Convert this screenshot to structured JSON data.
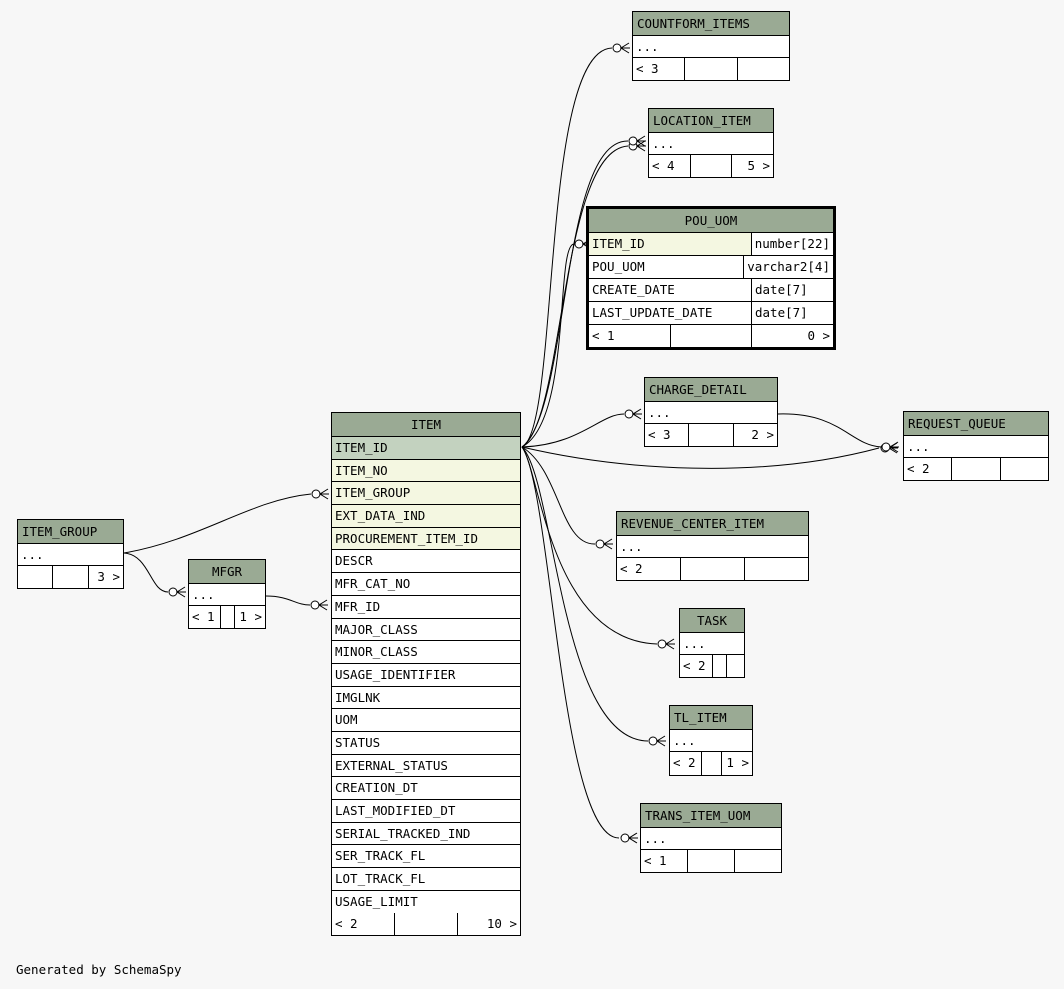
{
  "tables": {
    "countform_items": {
      "name": "COUNTFORM_ITEMS",
      "ellipsis": "...",
      "left": "< 3",
      "right": ""
    },
    "location_item": {
      "name": "LOCATION_ITEM",
      "ellipsis": "...",
      "left": "< 4",
      "right": "5 >"
    },
    "pou_uom": {
      "name": "POU_UOM",
      "columns": [
        {
          "name": "ITEM_ID",
          "type": "number[22]"
        },
        {
          "name": "POU_UOM",
          "type": "varchar2[4]"
        },
        {
          "name": "CREATE_DATE",
          "type": "date[7]"
        },
        {
          "name": "LAST_UPDATE_DATE",
          "type": "date[7]"
        }
      ],
      "left": "< 1",
      "right": "0 >"
    },
    "charge_detail": {
      "name": "CHARGE_DETAIL",
      "ellipsis": "...",
      "left": "< 3",
      "right": "2 >"
    },
    "request_queue": {
      "name": "REQUEST_QUEUE",
      "ellipsis": "...",
      "left": "< 2",
      "right": ""
    },
    "item": {
      "name": "ITEM",
      "columns": [
        "ITEM_ID",
        "ITEM_NO",
        "ITEM_GROUP",
        "EXT_DATA_IND",
        "PROCUREMENT_ITEM_ID",
        "DESCR",
        "MFR_CAT_NO",
        "MFR_ID",
        "MAJOR_CLASS",
        "MINOR_CLASS",
        "USAGE_IDENTIFIER",
        "IMGLNK",
        "UOM",
        "STATUS",
        "EXTERNAL_STATUS",
        "CREATION_DT",
        "LAST_MODIFIED_DT",
        "SERIAL_TRACKED_IND",
        "SER_TRACK_FL",
        "LOT_TRACK_FL",
        "USAGE_LIMIT"
      ],
      "left": "< 2",
      "right": "10 >"
    },
    "item_group": {
      "name": "ITEM_GROUP",
      "ellipsis": "...",
      "left": "",
      "right": "3 >"
    },
    "mfgr": {
      "name": "MFGR",
      "ellipsis": "...",
      "left": "< 1",
      "right": "1 >"
    },
    "revenue_center_item": {
      "name": "REVENUE_CENTER_ITEM",
      "ellipsis": "...",
      "left": "< 2",
      "right": ""
    },
    "task": {
      "name": "TASK",
      "ellipsis": "...",
      "left": "< 2",
      "right": ""
    },
    "tl_item": {
      "name": "TL_ITEM",
      "ellipsis": "...",
      "left": "< 2",
      "right": "1 >"
    },
    "trans_item_uom": {
      "name": "TRANS_ITEM_UOM",
      "ellipsis": "...",
      "left": "< 1",
      "right": ""
    }
  },
  "credit": "Generated by SchemaSpy",
  "colors": {
    "header": "#9aaa94",
    "primary_key": "#c3d2bf",
    "foreign_key": "#f4f7e1",
    "background": "#f7f7f7"
  }
}
